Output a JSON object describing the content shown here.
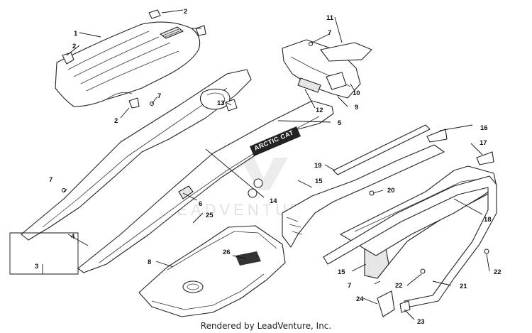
{
  "credit": "Rendered by LeadVenture, Inc.",
  "watermark": "LEADVENTURE",
  "logo_label": "ARCTIC CAT",
  "callouts": [
    {
      "id": "c1",
      "label": "1"
    },
    {
      "id": "c2a",
      "label": "2"
    },
    {
      "id": "c2b",
      "label": "2"
    },
    {
      "id": "c2c",
      "label": "2"
    },
    {
      "id": "c3",
      "label": "3"
    },
    {
      "id": "c4",
      "label": "4"
    },
    {
      "id": "c5",
      "label": "5"
    },
    {
      "id": "c6",
      "label": "6"
    },
    {
      "id": "c7a",
      "label": "7"
    },
    {
      "id": "c7b",
      "label": "7"
    },
    {
      "id": "c7c",
      "label": "7"
    },
    {
      "id": "c7d",
      "label": "7"
    },
    {
      "id": "c8",
      "label": "8"
    },
    {
      "id": "c9",
      "label": "9"
    },
    {
      "id": "c10",
      "label": "10"
    },
    {
      "id": "c11",
      "label": "11"
    },
    {
      "id": "c12",
      "label": "12"
    },
    {
      "id": "c13",
      "label": "13"
    },
    {
      "id": "c14",
      "label": "14"
    },
    {
      "id": "c15a",
      "label": "15"
    },
    {
      "id": "c15b",
      "label": "15"
    },
    {
      "id": "c16",
      "label": "16"
    },
    {
      "id": "c17",
      "label": "17"
    },
    {
      "id": "c18",
      "label": "18"
    },
    {
      "id": "c19",
      "label": "19"
    },
    {
      "id": "c20",
      "label": "20"
    },
    {
      "id": "c21",
      "label": "21"
    },
    {
      "id": "c22a",
      "label": "22"
    },
    {
      "id": "c22b",
      "label": "22"
    },
    {
      "id": "c23",
      "label": "23"
    },
    {
      "id": "c24",
      "label": "24"
    },
    {
      "id": "c25",
      "label": "25"
    },
    {
      "id": "c26",
      "label": "26"
    }
  ]
}
